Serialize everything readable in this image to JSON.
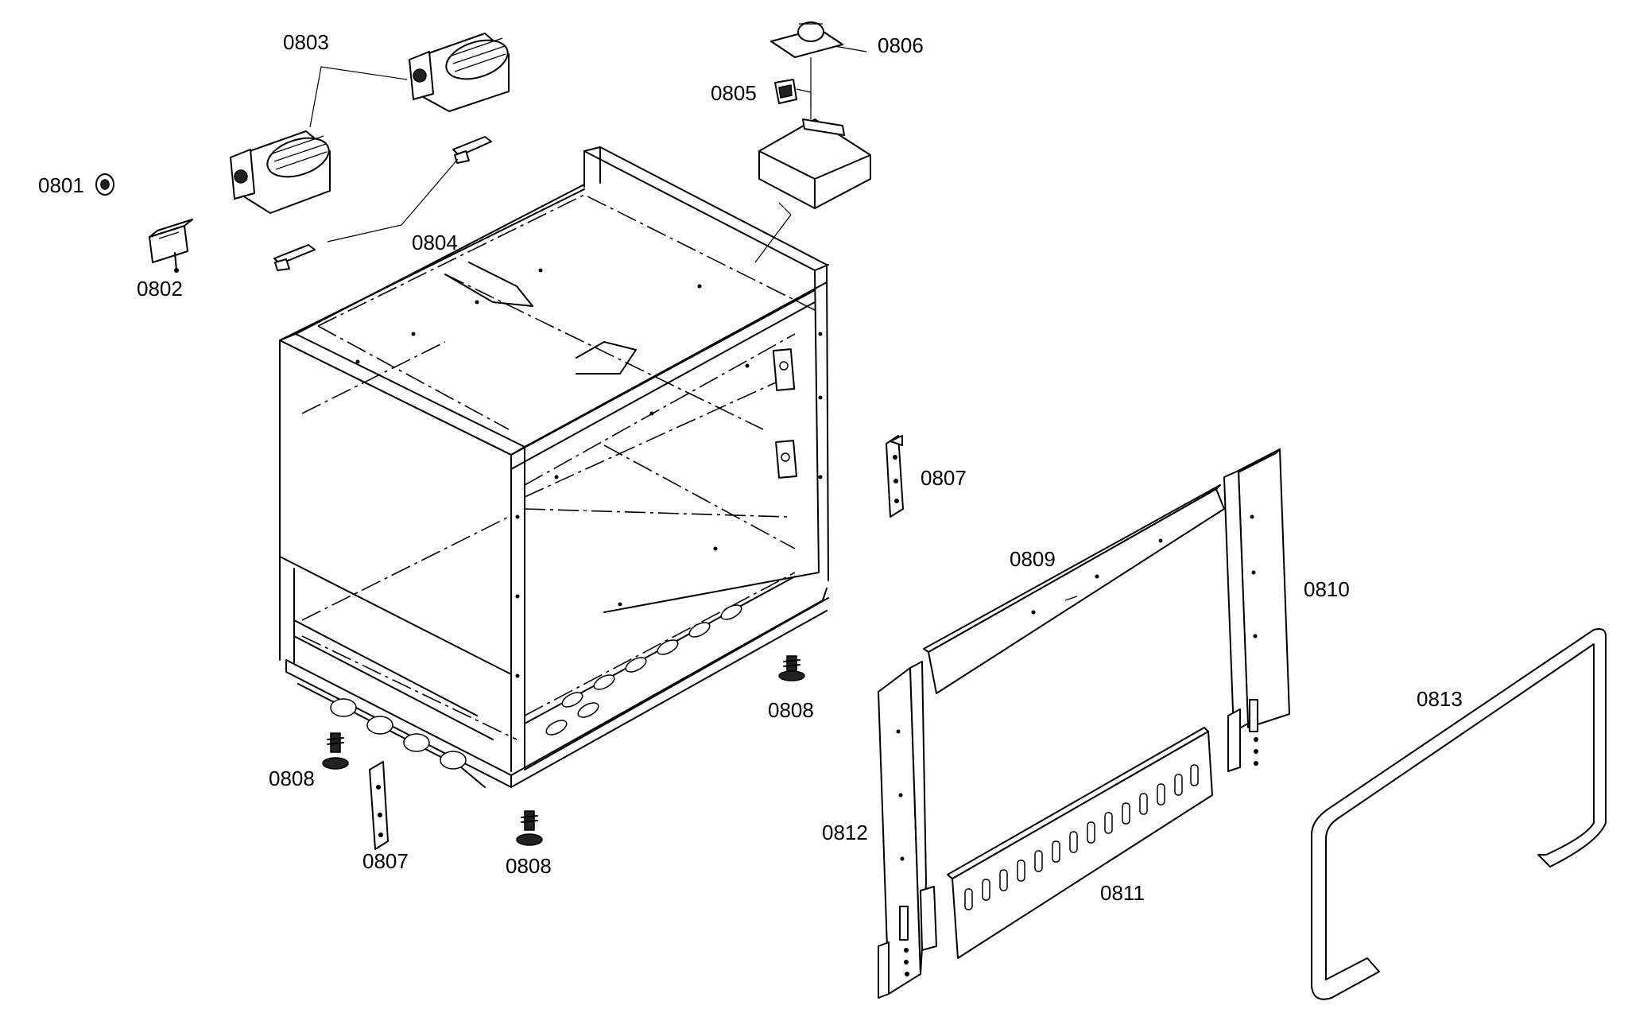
{
  "parts": {
    "p0801": "0801",
    "p0802": "0802",
    "p0803": "0803",
    "p0804": "0804",
    "p0805": "0805",
    "p0806": "0806",
    "p0807a": "0807",
    "p0807b": "0807",
    "p0808a": "0808",
    "p0808b": "0808",
    "p0808c": "0808",
    "p0809": "0809",
    "p0810": "0810",
    "p0811": "0811",
    "p0812": "0812",
    "p0813": "0813"
  }
}
